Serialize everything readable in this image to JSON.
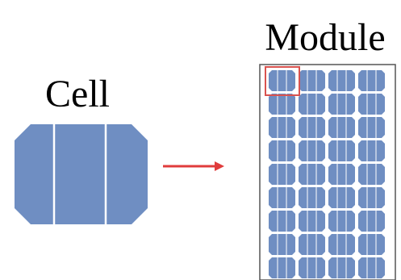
{
  "labels": {
    "cell": "Cell",
    "module": "Module"
  },
  "colors": {
    "cell_blue": "#6f8ec2",
    "cell_line": "#ffffff",
    "arrow": "#e03c3c",
    "highlight": "#d9534f",
    "module_border": "#555555",
    "background": "#ffffff"
  },
  "module_grid": {
    "columns": 4,
    "rows": 9,
    "highlighted_cell": {
      "row": 1,
      "column": 1
    }
  }
}
